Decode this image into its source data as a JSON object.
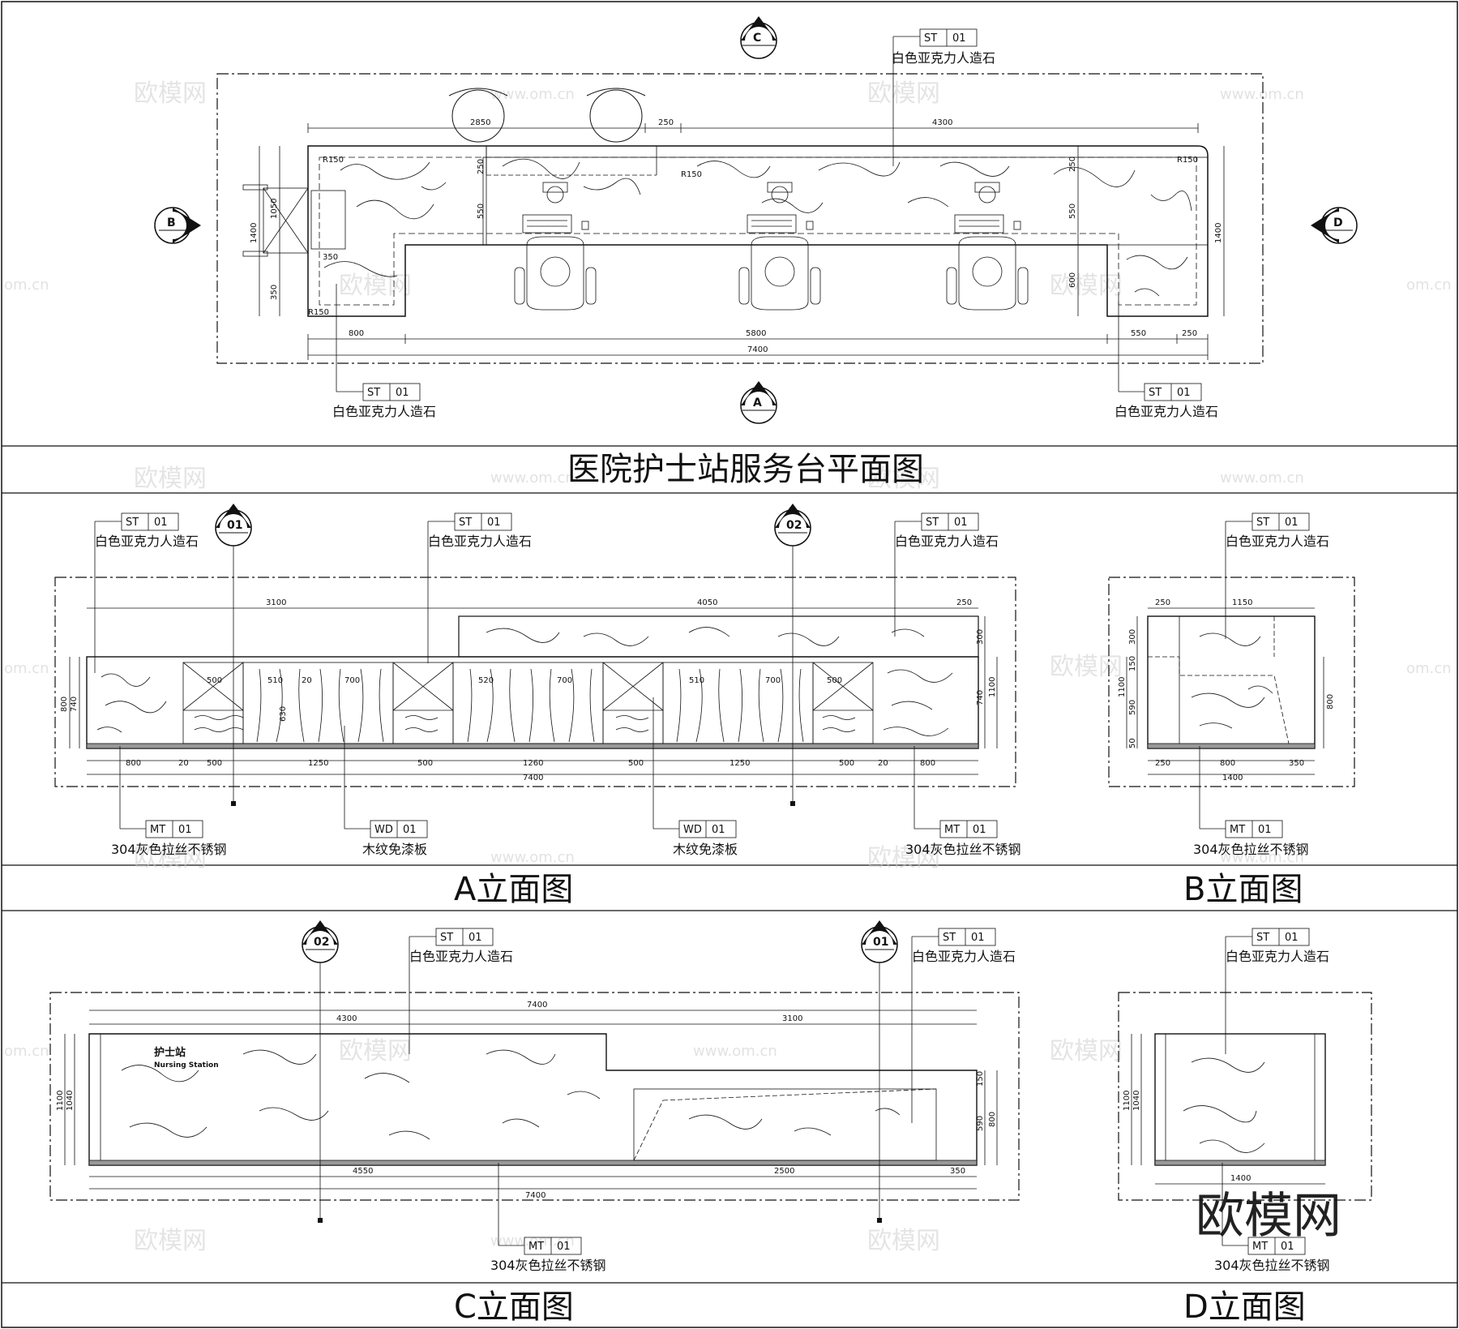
{
  "titles": {
    "plan": "医院护士站服务台平面图",
    "a": "A立面图",
    "b": "B立面图",
    "c": "C立面图",
    "d": "D立面图"
  },
  "materials": {
    "st": {
      "code": "ST",
      "num": "01",
      "desc": "白色亚克力人造石"
    },
    "mt": {
      "code": "MT",
      "num": "01",
      "desc": "304灰色拉丝不锈钢"
    },
    "wd": {
      "code": "WD",
      "num": "01",
      "desc": "木纹免漆板"
    }
  },
  "markers": {
    "a": "A",
    "b": "B",
    "c": "C",
    "d": "D",
    "s1": "01",
    "s2": "02"
  },
  "sign": {
    "cn": "护士站",
    "en": "Nursing Station"
  },
  "watermark": {
    "brand": "欧模网",
    "url": "www.om.cn",
    "url2": "om.cn"
  },
  "dims": {
    "plan": {
      "top": [
        "2850",
        "250",
        "4300"
      ],
      "bottom": [
        "800",
        "5800",
        "550",
        "250"
      ],
      "total": "7400",
      "left": [
        "1400",
        "1050",
        "350",
        "350"
      ],
      "inner": [
        "250",
        "550",
        "600",
        "250",
        "550",
        "R150",
        "R150",
        "R150",
        "R150"
      ],
      "right": "1400"
    },
    "a": {
      "top": [
        "3100",
        "4050",
        "250"
      ],
      "bottom": [
        "800",
        "20",
        "500",
        "1250",
        "500",
        "1260",
        "500",
        "1250",
        "500",
        "20",
        "800"
      ],
      "total": "7400",
      "left": [
        "800",
        "740"
      ],
      "right": [
        "300",
        "740",
        "1100"
      ],
      "inner": [
        "500",
        "510",
        "20",
        "700",
        "630",
        "520",
        "700",
        "510",
        "700",
        "500"
      ]
    },
    "b": {
      "top": [
        "250",
        "1150"
      ],
      "left": [
        "1100",
        "300",
        "150",
        "590",
        "50"
      ],
      "right": "800",
      "bottom": [
        "250",
        "800",
        "350"
      ],
      "total": "1400"
    },
    "c": {
      "top": [
        "7400",
        "4300",
        "3100"
      ],
      "left": [
        "1100",
        "1040"
      ],
      "right": [
        "150",
        "590",
        "800"
      ],
      "bottom": [
        "4550",
        "2500",
        "350"
      ],
      "total": "7400"
    },
    "d": {
      "left": [
        "1100",
        "1040"
      ],
      "bottom": "1400"
    }
  }
}
